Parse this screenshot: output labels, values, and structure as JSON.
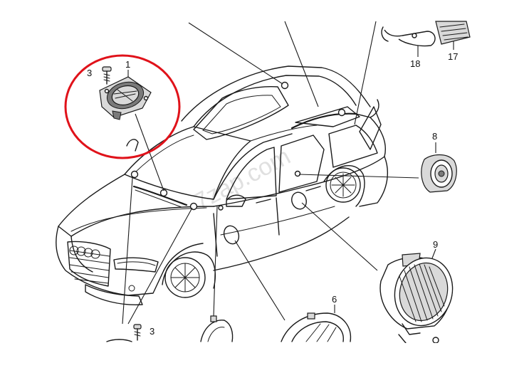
{
  "diagram": {
    "callouts": [
      {
        "id": "c1",
        "label": "1"
      },
      {
        "id": "c3a",
        "label": "3"
      },
      {
        "id": "c3b",
        "label": "3"
      },
      {
        "id": "c6",
        "label": "6"
      },
      {
        "id": "c8",
        "label": "8"
      },
      {
        "id": "c9",
        "label": "9"
      },
      {
        "id": "c17",
        "label": "17"
      },
      {
        "id": "c18",
        "label": "18"
      }
    ],
    "watermark": "7zap.com",
    "highlight_color": "#e0121a",
    "line_color": "#1a1a1a"
  }
}
